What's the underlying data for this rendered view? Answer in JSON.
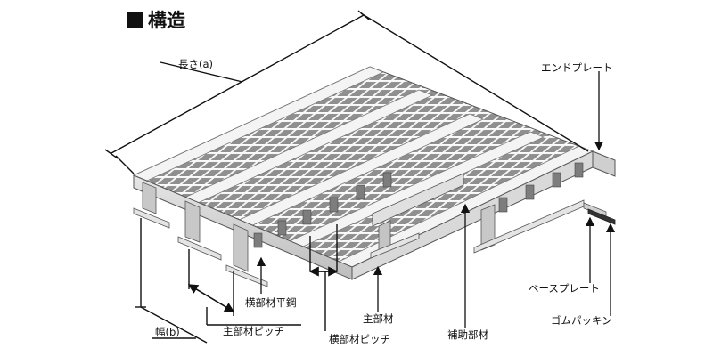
{
  "title": "構造",
  "labels": {
    "length": "長さ(a)",
    "width": "幅(b)",
    "end_plate": "エンドプレート",
    "cross_bar": "横部材平鋼",
    "main_pitch": "主部材ピッチ",
    "main_bar": "主部材",
    "cross_pitch": "横部材ピッチ",
    "aux_member": "補助部材",
    "base_plate": "ベースプレート",
    "rubber_packing": "ゴムパッキン"
  }
}
